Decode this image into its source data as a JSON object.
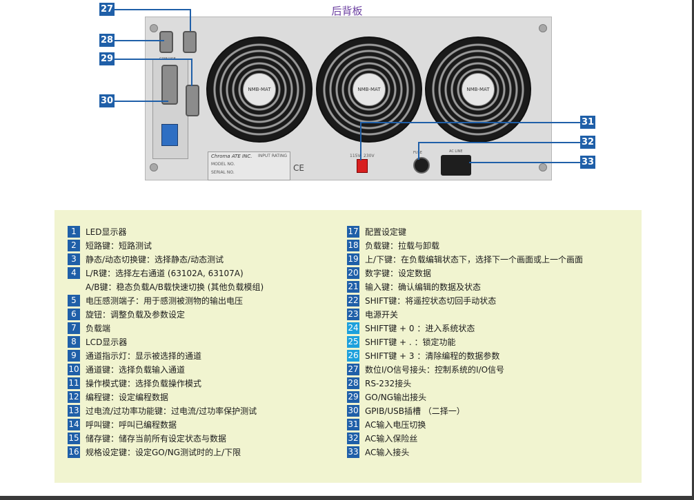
{
  "title": "后背板",
  "device": {
    "fan_hub_text": "NMB-MAT",
    "brand": "Chroma ATE INC.",
    "input_rating": "INPUT RATING",
    "model_no": "MODEL NO.",
    "serial_no": "SERIAL NO.",
    "ce": "CE",
    "volt_115": "115V",
    "volt_230": "230V",
    "fuse_label": "FUSE",
    "ac_line_label": "AC LINE",
    "gpib_label": "GPIB/USB"
  },
  "callouts": [
    "27",
    "28",
    "29",
    "30",
    "31",
    "32",
    "33"
  ],
  "legend": {
    "left": [
      {
        "num": "1",
        "text": "LED显示器"
      },
      {
        "num": "2",
        "text": "短路键：短路测试"
      },
      {
        "num": "3",
        "text": "静态/动态切换键：选择静态/动态测试"
      },
      {
        "num": "4",
        "text": "L/R键：选择左右通道 (63102A, 63107A)"
      },
      {
        "num": "",
        "text": "A/B键：稳态负载A/B载快速切换 (其他负载模组)"
      },
      {
        "num": "5",
        "text": "电压感测端子：用于感测被测物的输出电压"
      },
      {
        "num": "6",
        "text": "旋钮：调整负载及参数设定"
      },
      {
        "num": "7",
        "text": "负载端"
      },
      {
        "num": "8",
        "text": "LCD显示器"
      },
      {
        "num": "9",
        "text": "通道指示灯：显示被选择的通道"
      },
      {
        "num": "10",
        "text": "通道键：选择负载输入通道"
      },
      {
        "num": "11",
        "text": "操作模式键：选择负载操作模式"
      },
      {
        "num": "12",
        "text": "编程键：设定编程数据"
      },
      {
        "num": "13",
        "text": "过电流/过功率功能键：过电流/过功率保护测试"
      },
      {
        "num": "14",
        "text": "呼叫键：呼叫已编程数据"
      },
      {
        "num": "15",
        "text": "储存键：储存当前所有设定状态与数据"
      },
      {
        "num": "16",
        "text": "规格设定键：设定GO/NG测试时的上/下限"
      }
    ],
    "right": [
      {
        "num": "17",
        "text": "配置设定键"
      },
      {
        "num": "18",
        "text": "负载键：拉载与卸载"
      },
      {
        "num": "19",
        "text": "上/下键：在负载编辑状态下，选择下一个画面或上一个画面"
      },
      {
        "num": "20",
        "text": "数字键：设定数据"
      },
      {
        "num": "21",
        "text": "输入键：确认编辑的数据及状态"
      },
      {
        "num": "22",
        "text": "SHIFT键：将遥控状态切回手动状态"
      },
      {
        "num": "23",
        "text": "电源开关"
      },
      {
        "num": "24",
        "text": "SHIFT键 + 0 ：进入系统状态"
      },
      {
        "num": "25",
        "text": "SHIFT键 + . ：锁定功能"
      },
      {
        "num": "26",
        "text": "SHIFT键 + 3 ：清除编程的数据参数"
      },
      {
        "num": "27",
        "text": "数位I/O信号接头：控制系统的I/O信号"
      },
      {
        "num": "28",
        "text": "RS-232接头"
      },
      {
        "num": "29",
        "text": "GO/NG输出接头"
      },
      {
        "num": "30",
        "text": "GPIB/USB插槽 （二择一）"
      },
      {
        "num": "31",
        "text": "AC输入电压切换"
      },
      {
        "num": "32",
        "text": "AC输入保险丝"
      },
      {
        "num": "33",
        "text": "AC输入接头"
      }
    ]
  },
  "colors": {
    "callout": "#1f5fa8",
    "callout_light": "#1da0dc",
    "legend_bg": "#f1f4d0",
    "title": "#6b3fa0"
  }
}
